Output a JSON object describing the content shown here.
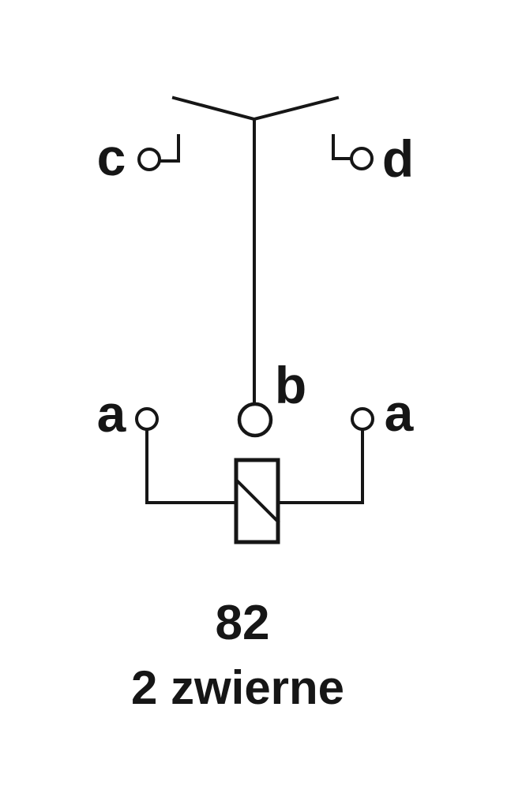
{
  "diagram": {
    "title_hint": "relay schematic",
    "terminals": {
      "c": "c",
      "d": "d",
      "b": "b",
      "a_left": "a",
      "a_right": "a"
    },
    "caption": {
      "code": "82",
      "description": "2 zwierne"
    }
  },
  "colors": {
    "line": "#161616",
    "background": "#ffffff"
  }
}
